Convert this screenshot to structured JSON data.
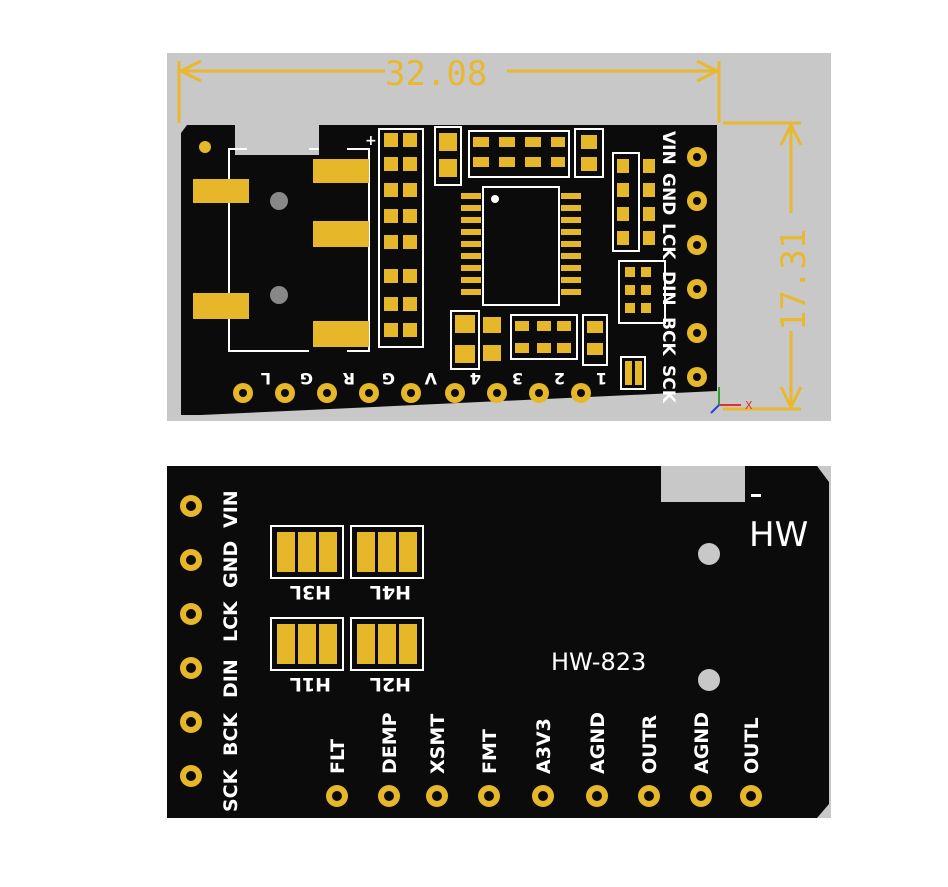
{
  "front": {
    "dimension_width": "32.08",
    "dimension_height": "17.31",
    "right_pins": [
      "VIN",
      "GND",
      "LCK",
      "DIN",
      "BCK",
      "SCK"
    ],
    "bottom_labels": [
      "L",
      "G",
      "R",
      "G",
      "V",
      "4",
      "3",
      "2",
      "1"
    ],
    "plus_mark": "+",
    "axis_x": "X",
    "colors": {
      "board": "#0b0b0b",
      "pad": "#e6b729",
      "silk": "#ffffff",
      "dimension": "#e8b830",
      "background": "#c8c8c8"
    }
  },
  "back": {
    "brand": "HW",
    "model": "HW-823",
    "jumpers": [
      "H3L",
      "H4L",
      "H1L",
      "H2L"
    ],
    "left_pins": [
      "SCK",
      "BCK",
      "DIN",
      "LCK",
      "GND",
      "VIN"
    ],
    "bottom_pins": [
      "FLT",
      "DEMP",
      "XSMT",
      "FMT",
      "A3V3",
      "AGND",
      "OUTR",
      "AGND",
      "OUTL"
    ]
  }
}
